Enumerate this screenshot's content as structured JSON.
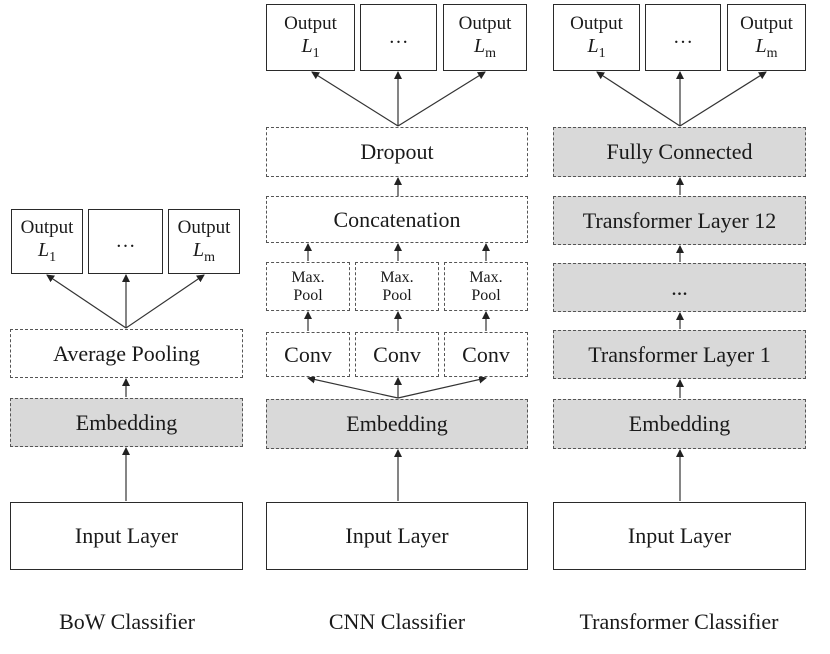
{
  "output": {
    "word": "Output",
    "first_symbol": "L",
    "first_sub": "1",
    "last_symbol": "L",
    "last_sub": "m",
    "ellipsis": "…"
  },
  "bow": {
    "caption": "BoW Classifier",
    "input": "Input Layer",
    "embedding": "Embedding",
    "pooling": "Average Pooling"
  },
  "cnn": {
    "caption": "CNN Classifier",
    "input": "Input Layer",
    "embedding": "Embedding",
    "conv": "Conv",
    "maxpool_1": "Max.",
    "maxpool_2": "Pool",
    "concat": "Concatenation",
    "dropout": "Dropout"
  },
  "transformer": {
    "caption": "Transformer Classifier",
    "input": "Input Layer",
    "embedding": "Embedding",
    "layer_first": "Transformer Layer 1",
    "layer_middle": "...",
    "layer_last": "Transformer Layer 12",
    "fc": "Fully Connected"
  }
}
